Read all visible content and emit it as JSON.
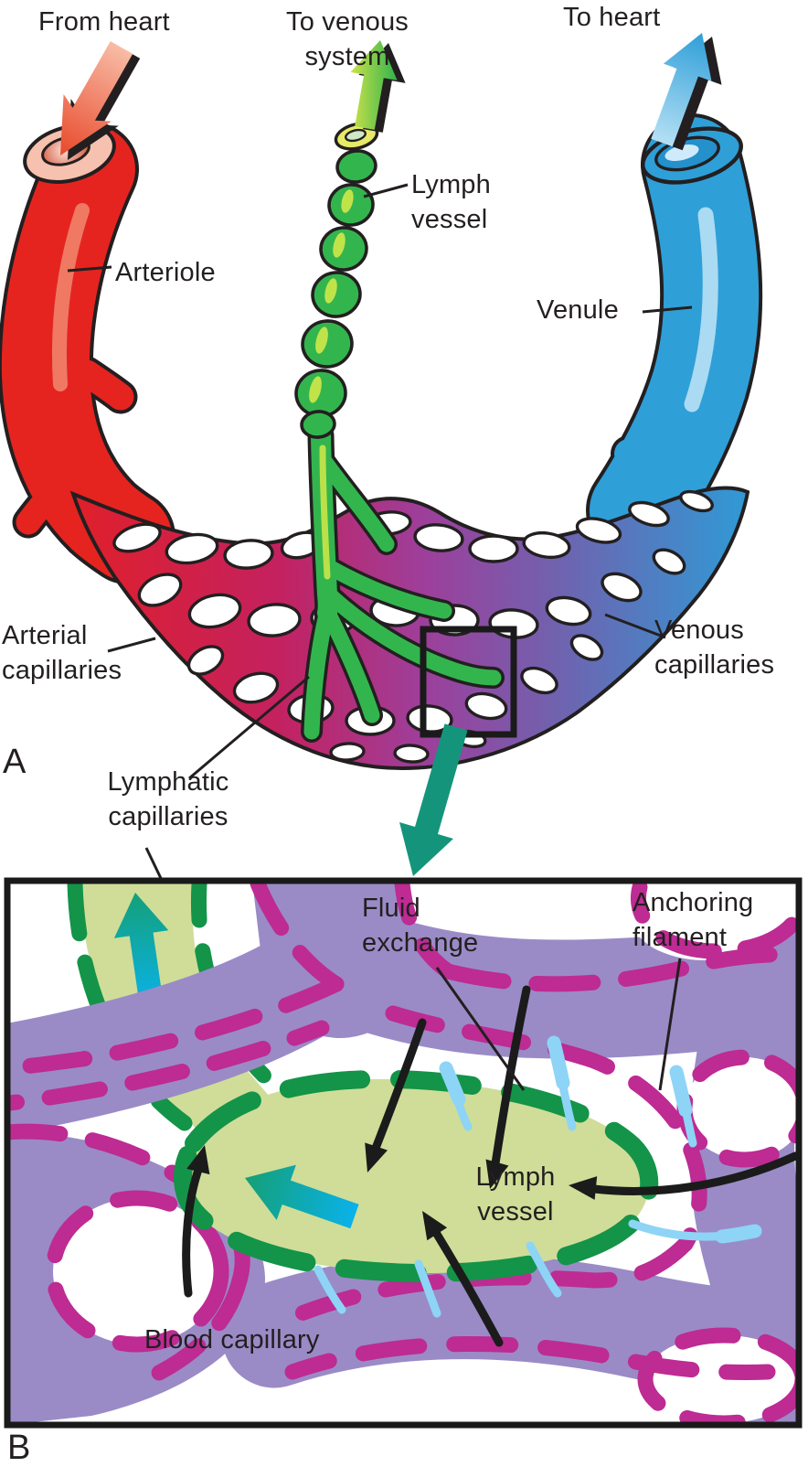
{
  "panel_a": {
    "from_heart": "From heart",
    "to_venous_line1": "To venous",
    "to_venous_line2": "system",
    "to_heart": "To heart",
    "arteriole": "Arteriole",
    "lymph_vessel_line1": "Lymph",
    "lymph_vessel_line2": "vessel",
    "venule": "Venule",
    "arterial_capillaries_line1": "Arterial",
    "arterial_capillaries_line2": "capillaries",
    "venous_capillaries_line1": "Venous",
    "venous_capillaries_line2": "capillaries",
    "lymphatic_capillaries_line1": "Lymphatic",
    "lymphatic_capillaries_line2": "capillaries",
    "panel_label": "A"
  },
  "panel_b": {
    "fluid_exchange_line1": "Fluid",
    "fluid_exchange_line2": "exchange",
    "anchoring_filament_line1": "Anchoring",
    "anchoring_filament_line2": "filament",
    "lymph_vessel_line1": "Lymph",
    "lymph_vessel_line2": "vessel",
    "blood_capillary": "Blood capillary",
    "panel_label": "B"
  },
  "colors": {
    "arteriole_red": "#e52420",
    "arteriole_cut_face": "#f6c1ae",
    "venule_blue": "#2f9fd8",
    "lymph_green": "#33b54e",
    "lymph_opening_yellow": "#e6ea67",
    "teal_arrow": "#14957b",
    "capillary_purple": "#9a8bc7",
    "magenta_dash": "#bd2b93",
    "green_dash": "#139448",
    "lymph_fill_pale": "#cfdd98",
    "filament_blue": "#8ed4f6",
    "ink_black": "#231f20"
  }
}
